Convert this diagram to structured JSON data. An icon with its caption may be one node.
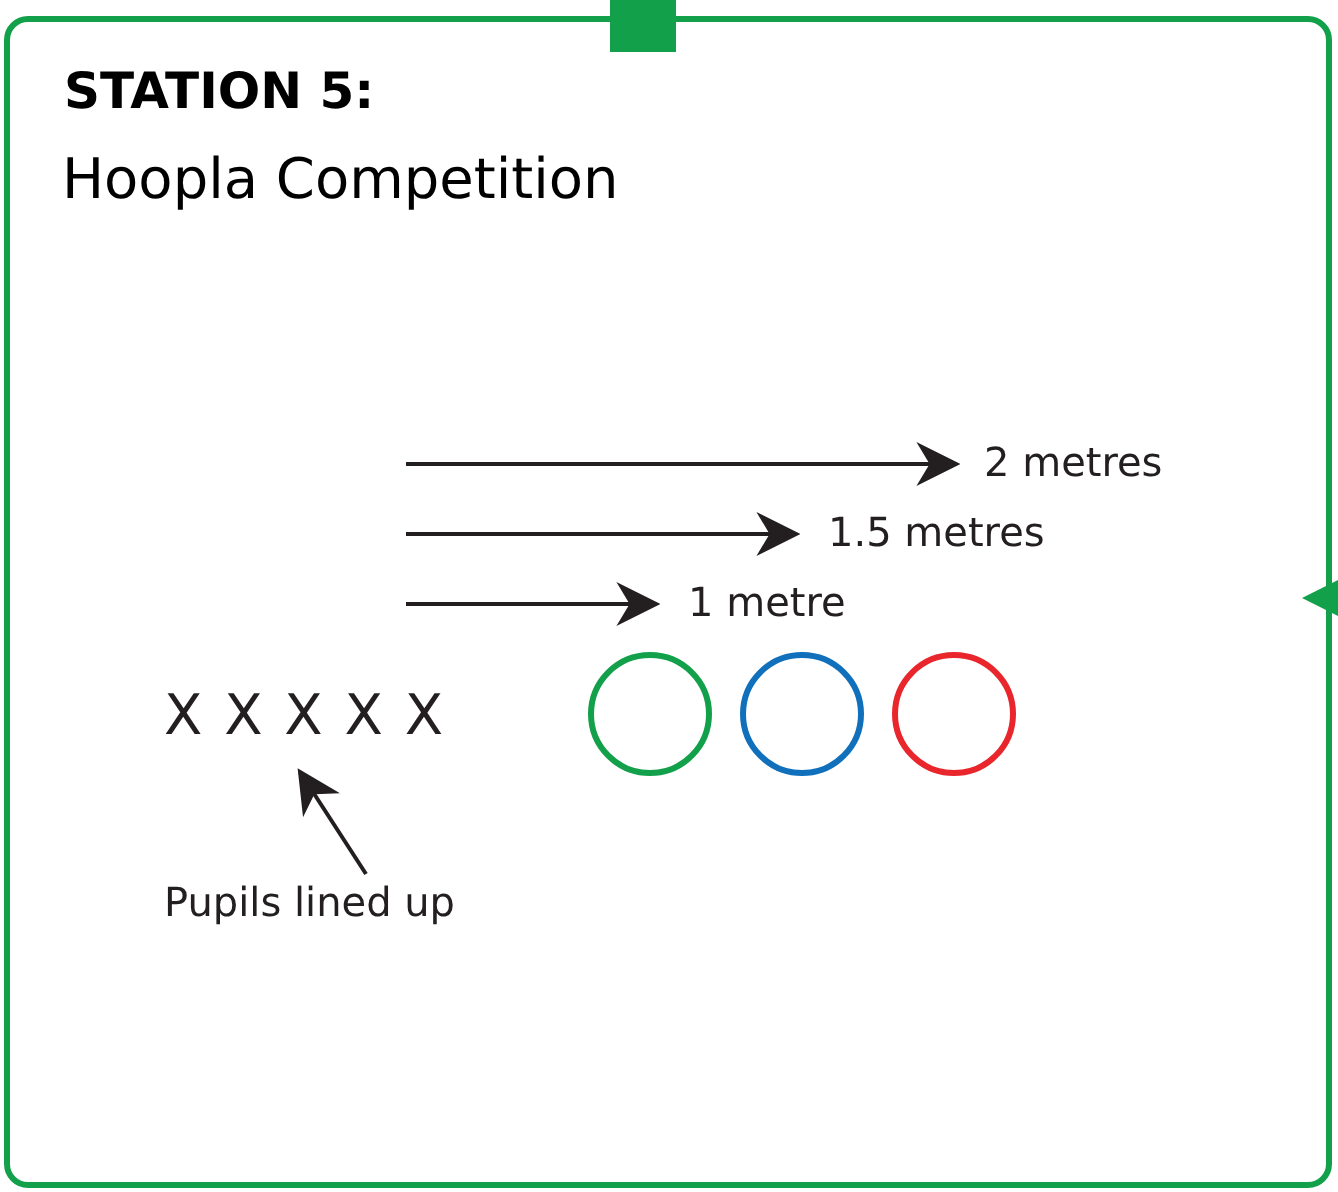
{
  "diagram": {
    "nodes": [
      {
        "text": [
          "STATION 5:",
          "Hoopla Competition"
        ]
      },
      {
        "text": [
          "X X X X X"
        ],
        "in": 0
      },
      {
        "text": [
          "Pupils lined up"
        ],
        "in": 0
      },
      {
        "text": [],
        "shape": "circle",
        "in": 0
      },
      {
        "text": [],
        "shape": "circle",
        "in": 0
      },
      {
        "text": [],
        "shape": "circle",
        "in": 0
      }
    ],
    "edges": [
      {
        "from": 2,
        "to": 1,
        "arrow": "to"
      }
    ],
    "labels": [
      "2 metres",
      "1.5 metres",
      "1 metre"
    ]
  }
}
